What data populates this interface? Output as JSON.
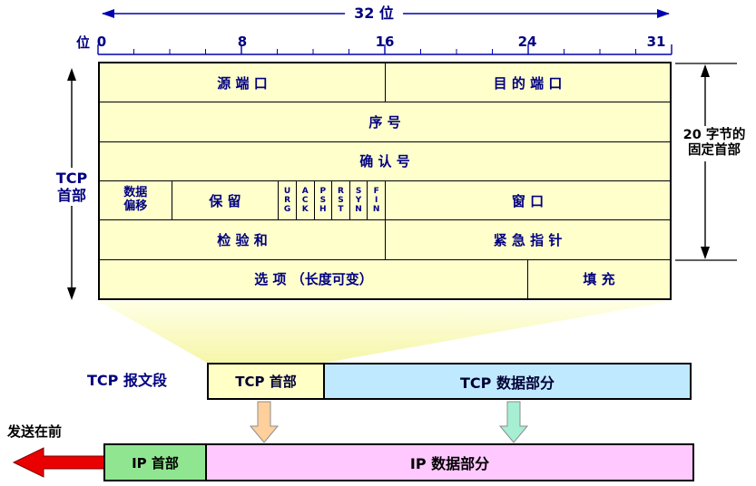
{
  "ruler": {
    "width_label": "32 位",
    "bit_label": "位",
    "ticks": [
      "0",
      "8",
      "16",
      "24",
      "31"
    ]
  },
  "tcp_header_table": {
    "left_label": "TCP\n首部",
    "right_label": "20 字节的\n固定首部",
    "source_port": "源 端 口",
    "dest_port": "目 的 端 口",
    "seq_num": "序  号",
    "ack_num": "确 认 号",
    "data_offset": "数据\n偏移",
    "reserved": "保  留",
    "flags": [
      "U\nR\nG",
      "A\nC\nK",
      "P\nS\nH",
      "R\nS\nT",
      "S\nY\nN",
      "F\nI\nN"
    ],
    "window": "窗  口",
    "checksum": "检 验 和",
    "urgent_pointer": "紧 急 指 针",
    "options": "选 项 （长度可变）",
    "padding": "填 充"
  },
  "segment_row": {
    "label": "TCP 报文段",
    "tcp_header": "TCP 首部",
    "tcp_data": "TCP 数据部分"
  },
  "ip_row": {
    "send_first_label": "发送在前",
    "ip_header": "IP 首部",
    "ip_data": "IP 数据部分"
  },
  "colors": {
    "table_fill": "#FFFFCC",
    "navy_text": "#000080",
    "tcp_data_fill": "#BFE9FF",
    "ip_header_fill": "#90E690",
    "ip_data_fill": "#FFC8FF",
    "red_arrow": "#E90000",
    "orange_arrow": "#FFCF9C",
    "teal_arrow": "#A6EFD2",
    "dimension_blue": "#0000B0"
  }
}
